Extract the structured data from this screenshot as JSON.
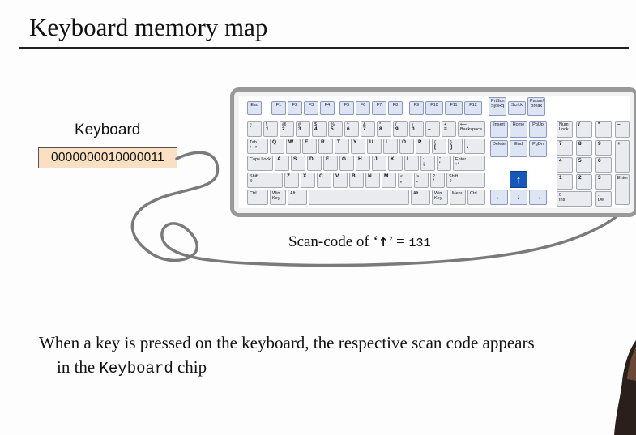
{
  "slide": {
    "title": "Keyboard memory map",
    "keyboard_label": "Keyboard",
    "register_value": "0000000010000011",
    "scan_prefix": "Scan-code of ‘",
    "scan_glyph": "↑",
    "scan_mid": "’ = ",
    "scan_value": "131",
    "para_line1": "When a key is pressed on the keyboard, the respective scan code appears",
    "para_line2_a": "in the ",
    "para_line2_code": "Keyboard",
    "para_line2_b": " chip"
  },
  "keyboard": {
    "keys": [
      {
        "id": "esc",
        "t": "",
        "b": "Esc",
        "cls": "f"
      },
      {
        "id": "f1",
        "t": "",
        "b": "F1",
        "cls": "f"
      },
      {
        "id": "f2",
        "t": "",
        "b": "F2",
        "cls": "f"
      },
      {
        "id": "f3",
        "t": "",
        "b": "F3",
        "cls": "f"
      },
      {
        "id": "f4",
        "t": "",
        "b": "F4",
        "cls": "f"
      },
      {
        "id": "f5",
        "t": "",
        "b": "F5",
        "cls": "f"
      },
      {
        "id": "f6",
        "t": "",
        "b": "F6",
        "cls": "f"
      },
      {
        "id": "f7",
        "t": "",
        "b": "F7",
        "cls": "f"
      },
      {
        "id": "f8",
        "t": "",
        "b": "F8",
        "cls": "f"
      },
      {
        "id": "f9",
        "t": "",
        "b": "F9",
        "cls": "f"
      },
      {
        "id": "f10",
        "t": "",
        "b": "F10",
        "cls": "f"
      },
      {
        "id": "f11",
        "t": "",
        "b": "F11",
        "cls": "f"
      },
      {
        "id": "f12",
        "t": "",
        "b": "F12",
        "cls": "f"
      },
      {
        "id": "prtscn",
        "t": "PrtScn",
        "b": "SysRq",
        "cls": "f"
      },
      {
        "id": "scrlk",
        "t": "",
        "b": "ScrLk",
        "cls": "f"
      },
      {
        "id": "pause",
        "t": "Pause/",
        "b": "Break",
        "cls": "f"
      },
      {
        "id": "tilde",
        "t": "~",
        "b": "`",
        "cls": "ch"
      },
      {
        "id": "k1",
        "t": "!",
        "b": "1",
        "cls": "ch"
      },
      {
        "id": "k2",
        "t": "@",
        "b": "2",
        "cls": "ch"
      },
      {
        "id": "k3",
        "t": "#",
        "b": "3",
        "cls": "ch"
      },
      {
        "id": "k4",
        "t": "$",
        "b": "4",
        "cls": "ch"
      },
      {
        "id": "k5",
        "t": "%",
        "b": "5",
        "cls": "ch"
      },
      {
        "id": "k6",
        "t": "^",
        "b": "6",
        "cls": "ch"
      },
      {
        "id": "k7",
        "t": "&",
        "b": "7",
        "cls": "ch"
      },
      {
        "id": "k8",
        "t": "*",
        "b": "8",
        "cls": "ch"
      },
      {
        "id": "k9",
        "t": "(",
        "b": "9",
        "cls": "ch"
      },
      {
        "id": "k0",
        "t": ")",
        "b": "0",
        "cls": "ch"
      },
      {
        "id": "minus",
        "t": "_",
        "b": "–",
        "cls": "ch"
      },
      {
        "id": "plus",
        "t": "+",
        "b": "=",
        "cls": "ch"
      },
      {
        "id": "backspace",
        "t": "⟵",
        "b": "Backspace",
        "cls": ""
      },
      {
        "id": "tab",
        "t": "Tab",
        "b": "⇤⇥",
        "cls": ""
      },
      {
        "id": "kq",
        "t": "",
        "b": "Q",
        "cls": "ch"
      },
      {
        "id": "kw",
        "t": "",
        "b": "W",
        "cls": "ch"
      },
      {
        "id": "ke",
        "t": "",
        "b": "E",
        "cls": "ch"
      },
      {
        "id": "kr",
        "t": "",
        "b": "R",
        "cls": "ch"
      },
      {
        "id": "kt",
        "t": "",
        "b": "T",
        "cls": "ch"
      },
      {
        "id": "ky",
        "t": "",
        "b": "Y",
        "cls": "ch"
      },
      {
        "id": "ku",
        "t": "",
        "b": "U",
        "cls": "ch"
      },
      {
        "id": "ki",
        "t": "",
        "b": "I",
        "cls": "ch"
      },
      {
        "id": "ko",
        "t": "",
        "b": "O",
        "cls": "ch"
      },
      {
        "id": "kp",
        "t": "",
        "b": "P",
        "cls": "ch"
      },
      {
        "id": "lbrace",
        "t": "{",
        "b": "[",
        "cls": "ch"
      },
      {
        "id": "rbrace",
        "t": "}",
        "b": "]",
        "cls": "ch"
      },
      {
        "id": "pipe",
        "t": "|",
        "b": "\\",
        "cls": "ch"
      },
      {
        "id": "caps",
        "t": "Caps Lock",
        "b": "",
        "cls": ""
      },
      {
        "id": "ka",
        "t": "",
        "b": "A",
        "cls": "ch"
      },
      {
        "id": "ks",
        "t": "",
        "b": "S",
        "cls": "ch"
      },
      {
        "id": "kd",
        "t": "",
        "b": "D",
        "cls": "ch"
      },
      {
        "id": "kf",
        "t": "",
        "b": "F",
        "cls": "ch"
      },
      {
        "id": "kg",
        "t": "",
        "b": "G",
        "cls": "ch"
      },
      {
        "id": "kh",
        "t": "",
        "b": "H",
        "cls": "ch"
      },
      {
        "id": "kj",
        "t": "",
        "b": "J",
        "cls": "ch"
      },
      {
        "id": "kk",
        "t": "",
        "b": "K",
        "cls": "ch"
      },
      {
        "id": "kl",
        "t": "",
        "b": "L",
        "cls": "ch"
      },
      {
        "id": "semi",
        "t": ":",
        "b": ";",
        "cls": "ch"
      },
      {
        "id": "quote",
        "t": "\"",
        "b": "'",
        "cls": "ch"
      },
      {
        "id": "enter",
        "t": "Enter",
        "b": "↵",
        "cls": ""
      },
      {
        "id": "lshift",
        "t": "Shift",
        "b": "⇧",
        "cls": ""
      },
      {
        "id": "kz",
        "t": "",
        "b": "Z",
        "cls": "ch"
      },
      {
        "id": "kx",
        "t": "",
        "b": "X",
        "cls": "ch"
      },
      {
        "id": "kc",
        "t": "",
        "b": "C",
        "cls": "ch"
      },
      {
        "id": "kv",
        "t": "",
        "b": "V",
        "cls": "ch"
      },
      {
        "id": "kb",
        "t": "",
        "b": "B",
        "cls": "ch"
      },
      {
        "id": "kn",
        "t": "",
        "b": "N",
        "cls": "ch"
      },
      {
        "id": "km",
        "t": "",
        "b": "M",
        "cls": "ch"
      },
      {
        "id": "comma",
        "t": "<",
        "b": ",",
        "cls": "ch"
      },
      {
        "id": "period",
        "t": ">",
        "b": ".",
        "cls": "ch"
      },
      {
        "id": "slash",
        "t": "?",
        "b": "/",
        "cls": "ch"
      },
      {
        "id": "rshift",
        "t": "Shift",
        "b": "⇧",
        "cls": ""
      },
      {
        "id": "lctrl",
        "t": "",
        "b": "Ctrl",
        "cls": ""
      },
      {
        "id": "lwin",
        "t": "Win",
        "b": "Key",
        "cls": ""
      },
      {
        "id": "lalt",
        "t": "",
        "b": "Alt",
        "cls": ""
      },
      {
        "id": "space",
        "t": "",
        "b": "",
        "cls": ""
      },
      {
        "id": "ralt",
        "t": "",
        "b": "Alt",
        "cls": ""
      },
      {
        "id": "rwin",
        "t": "Win",
        "b": "Key",
        "cls": ""
      },
      {
        "id": "menu",
        "t": "",
        "b": "Menu",
        "cls": ""
      },
      {
        "id": "rctrl",
        "t": "",
        "b": "Ctrl",
        "cls": ""
      },
      {
        "id": "insert",
        "t": "",
        "b": "Insert",
        "cls": "nav"
      },
      {
        "id": "home",
        "t": "",
        "b": "Home",
        "cls": "nav"
      },
      {
        "id": "pgup",
        "t": "",
        "b": "PgUp",
        "cls": "nav"
      },
      {
        "id": "delete",
        "t": "",
        "b": "Delete",
        "cls": "nav"
      },
      {
        "id": "end",
        "t": "",
        "b": "End",
        "cls": "nav"
      },
      {
        "id": "pgdn",
        "t": "",
        "b": "PgDn",
        "cls": "nav"
      },
      {
        "id": "arrow-up",
        "t": "",
        "b": "↑",
        "cls": "up"
      },
      {
        "id": "arrow-left",
        "t": "",
        "b": "←",
        "cls": "arr"
      },
      {
        "id": "arrow-down",
        "t": "",
        "b": "↓",
        "cls": "arr"
      },
      {
        "id": "arrow-right",
        "t": "",
        "b": "→",
        "cls": "arr"
      },
      {
        "id": "numlock",
        "t": "Num",
        "b": "Lock",
        "cls": ""
      },
      {
        "id": "np-div",
        "t": "",
        "b": "/",
        "cls": "ch"
      },
      {
        "id": "np-mul",
        "t": "",
        "b": "*",
        "cls": "ch"
      },
      {
        "id": "np-sub",
        "t": "",
        "b": "–",
        "cls": "ch"
      },
      {
        "id": "np7",
        "t": "",
        "b": "7",
        "cls": "ch"
      },
      {
        "id": "np8",
        "t": "",
        "b": "8",
        "cls": "ch"
      },
      {
        "id": "np9",
        "t": "",
        "b": "9",
        "cls": "ch"
      },
      {
        "id": "np-add",
        "t": "",
        "b": "+",
        "cls": "ch"
      },
      {
        "id": "np4",
        "t": "",
        "b": "4",
        "cls": "ch"
      },
      {
        "id": "np5",
        "t": "",
        "b": "5",
        "cls": "ch"
      },
      {
        "id": "np6",
        "t": "",
        "b": "6",
        "cls": "ch"
      },
      {
        "id": "np1",
        "t": "",
        "b": "1",
        "cls": "ch"
      },
      {
        "id": "np2",
        "t": "",
        "b": "2",
        "cls": "ch"
      },
      {
        "id": "np3",
        "t": "",
        "b": "3",
        "cls": "ch"
      },
      {
        "id": "np-enter",
        "t": "",
        "b": "Enter",
        "cls": ""
      },
      {
        "id": "np0",
        "t": "0",
        "b": "Ins",
        "cls": ""
      },
      {
        "id": "np-dot",
        "t": ".",
        "b": "Del",
        "cls": ""
      }
    ]
  }
}
